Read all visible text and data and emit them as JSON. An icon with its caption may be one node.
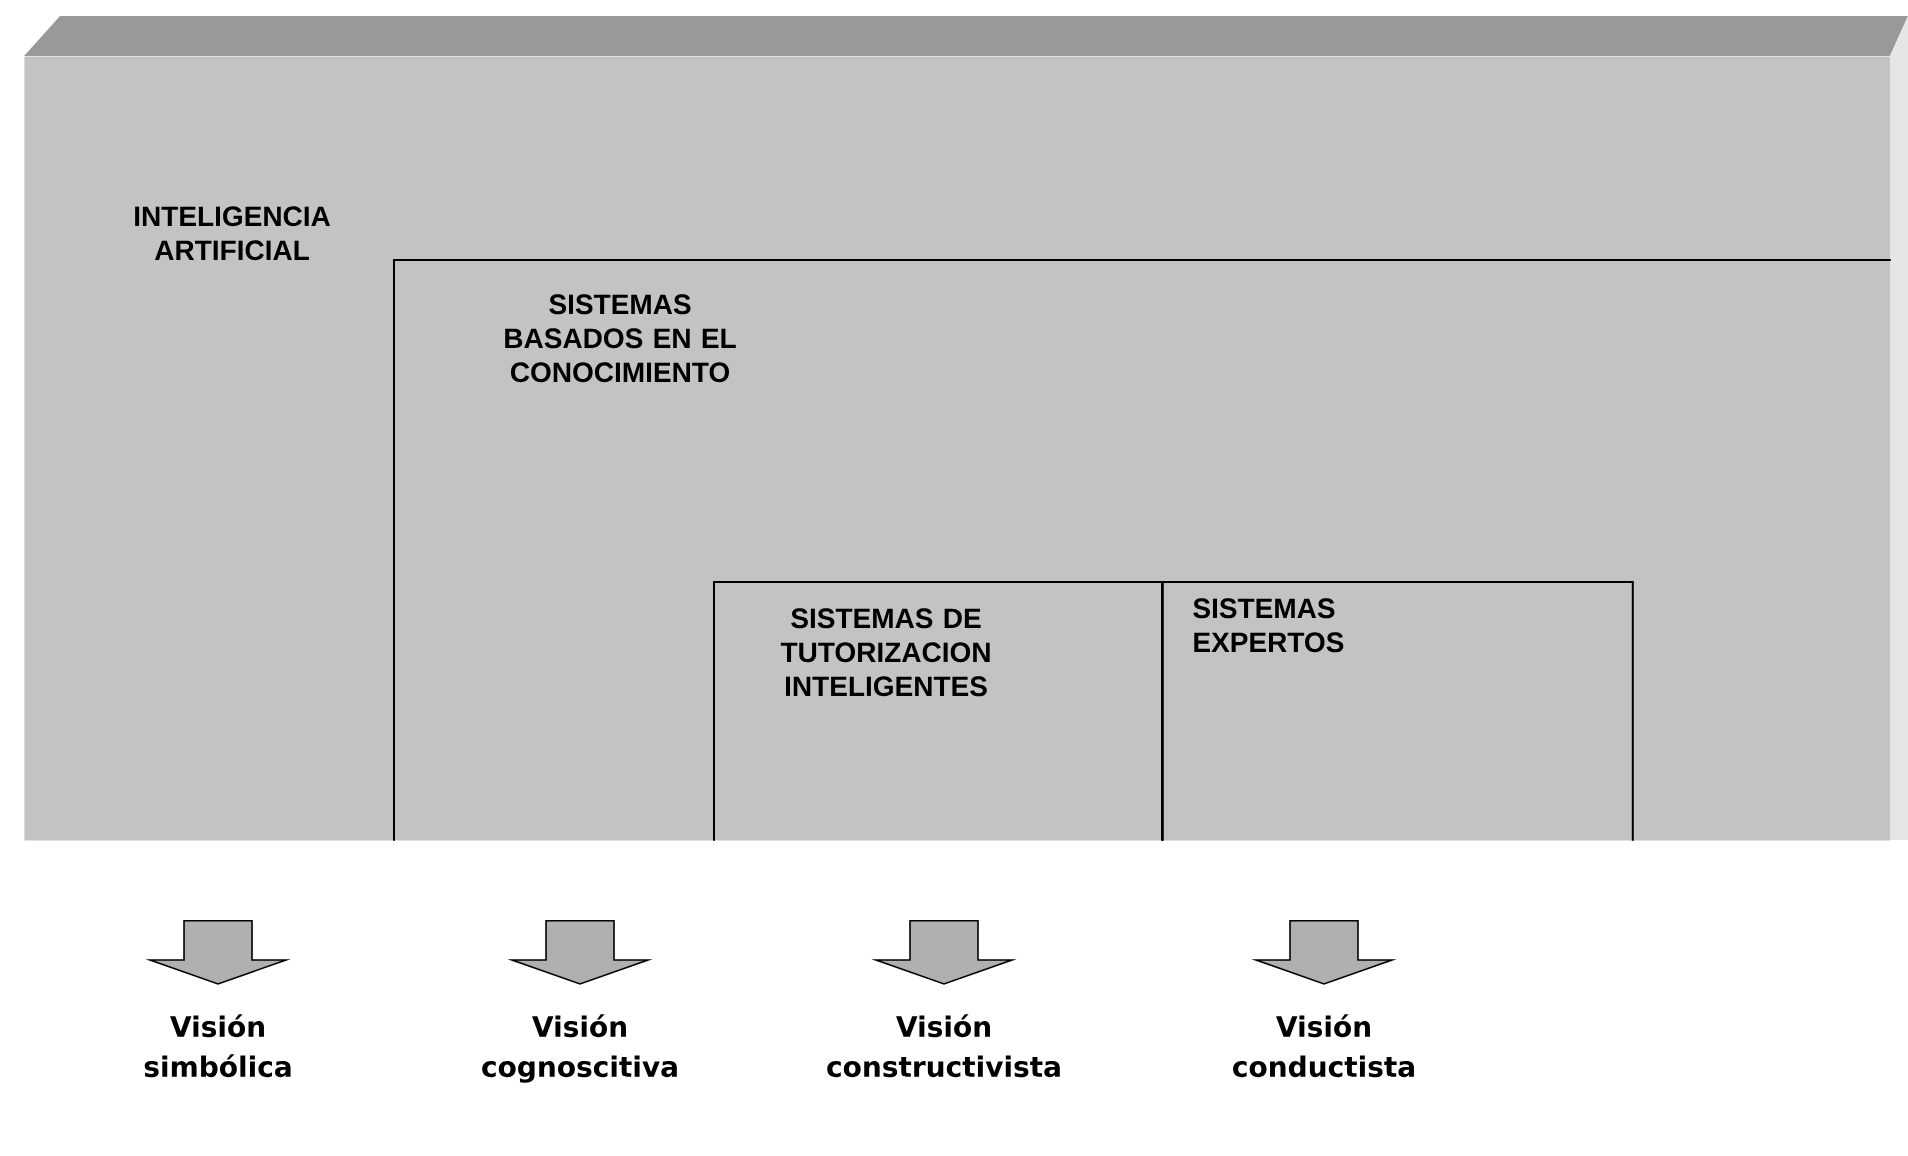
{
  "diagram": {
    "nodes": [
      {
        "text": [
          "INTELIGENCIA ARTIFICIAL"
        ]
      },
      {
        "text": [
          "SISTEMAS BASADOS EN EL CONOCIMIENTO"
        ],
        "in": 0
      },
      {
        "text": [
          "SISTEMAS DE TUTORIZACION INTELIGENTES"
        ],
        "in": 1
      },
      {
        "text": [
          "SISTEMAS EXPERTOS"
        ],
        "in": 1
      },
      {
        "text": [
          "Visión simbólica"
        ]
      },
      {
        "text": [
          "Visión cognoscitiva"
        ]
      },
      {
        "text": [
          "Visión constructivista"
        ]
      },
      {
        "text": [
          "Visión conductista"
        ]
      }
    ],
    "edges": [
      {
        "from": 0,
        "to": 4,
        "arrow": "to"
      },
      {
        "from": 1,
        "to": 5,
        "arrow": "to"
      },
      {
        "from": 2,
        "to": 6,
        "arrow": "to"
      },
      {
        "from": 3,
        "to": 7,
        "arrow": "to"
      }
    ]
  }
}
